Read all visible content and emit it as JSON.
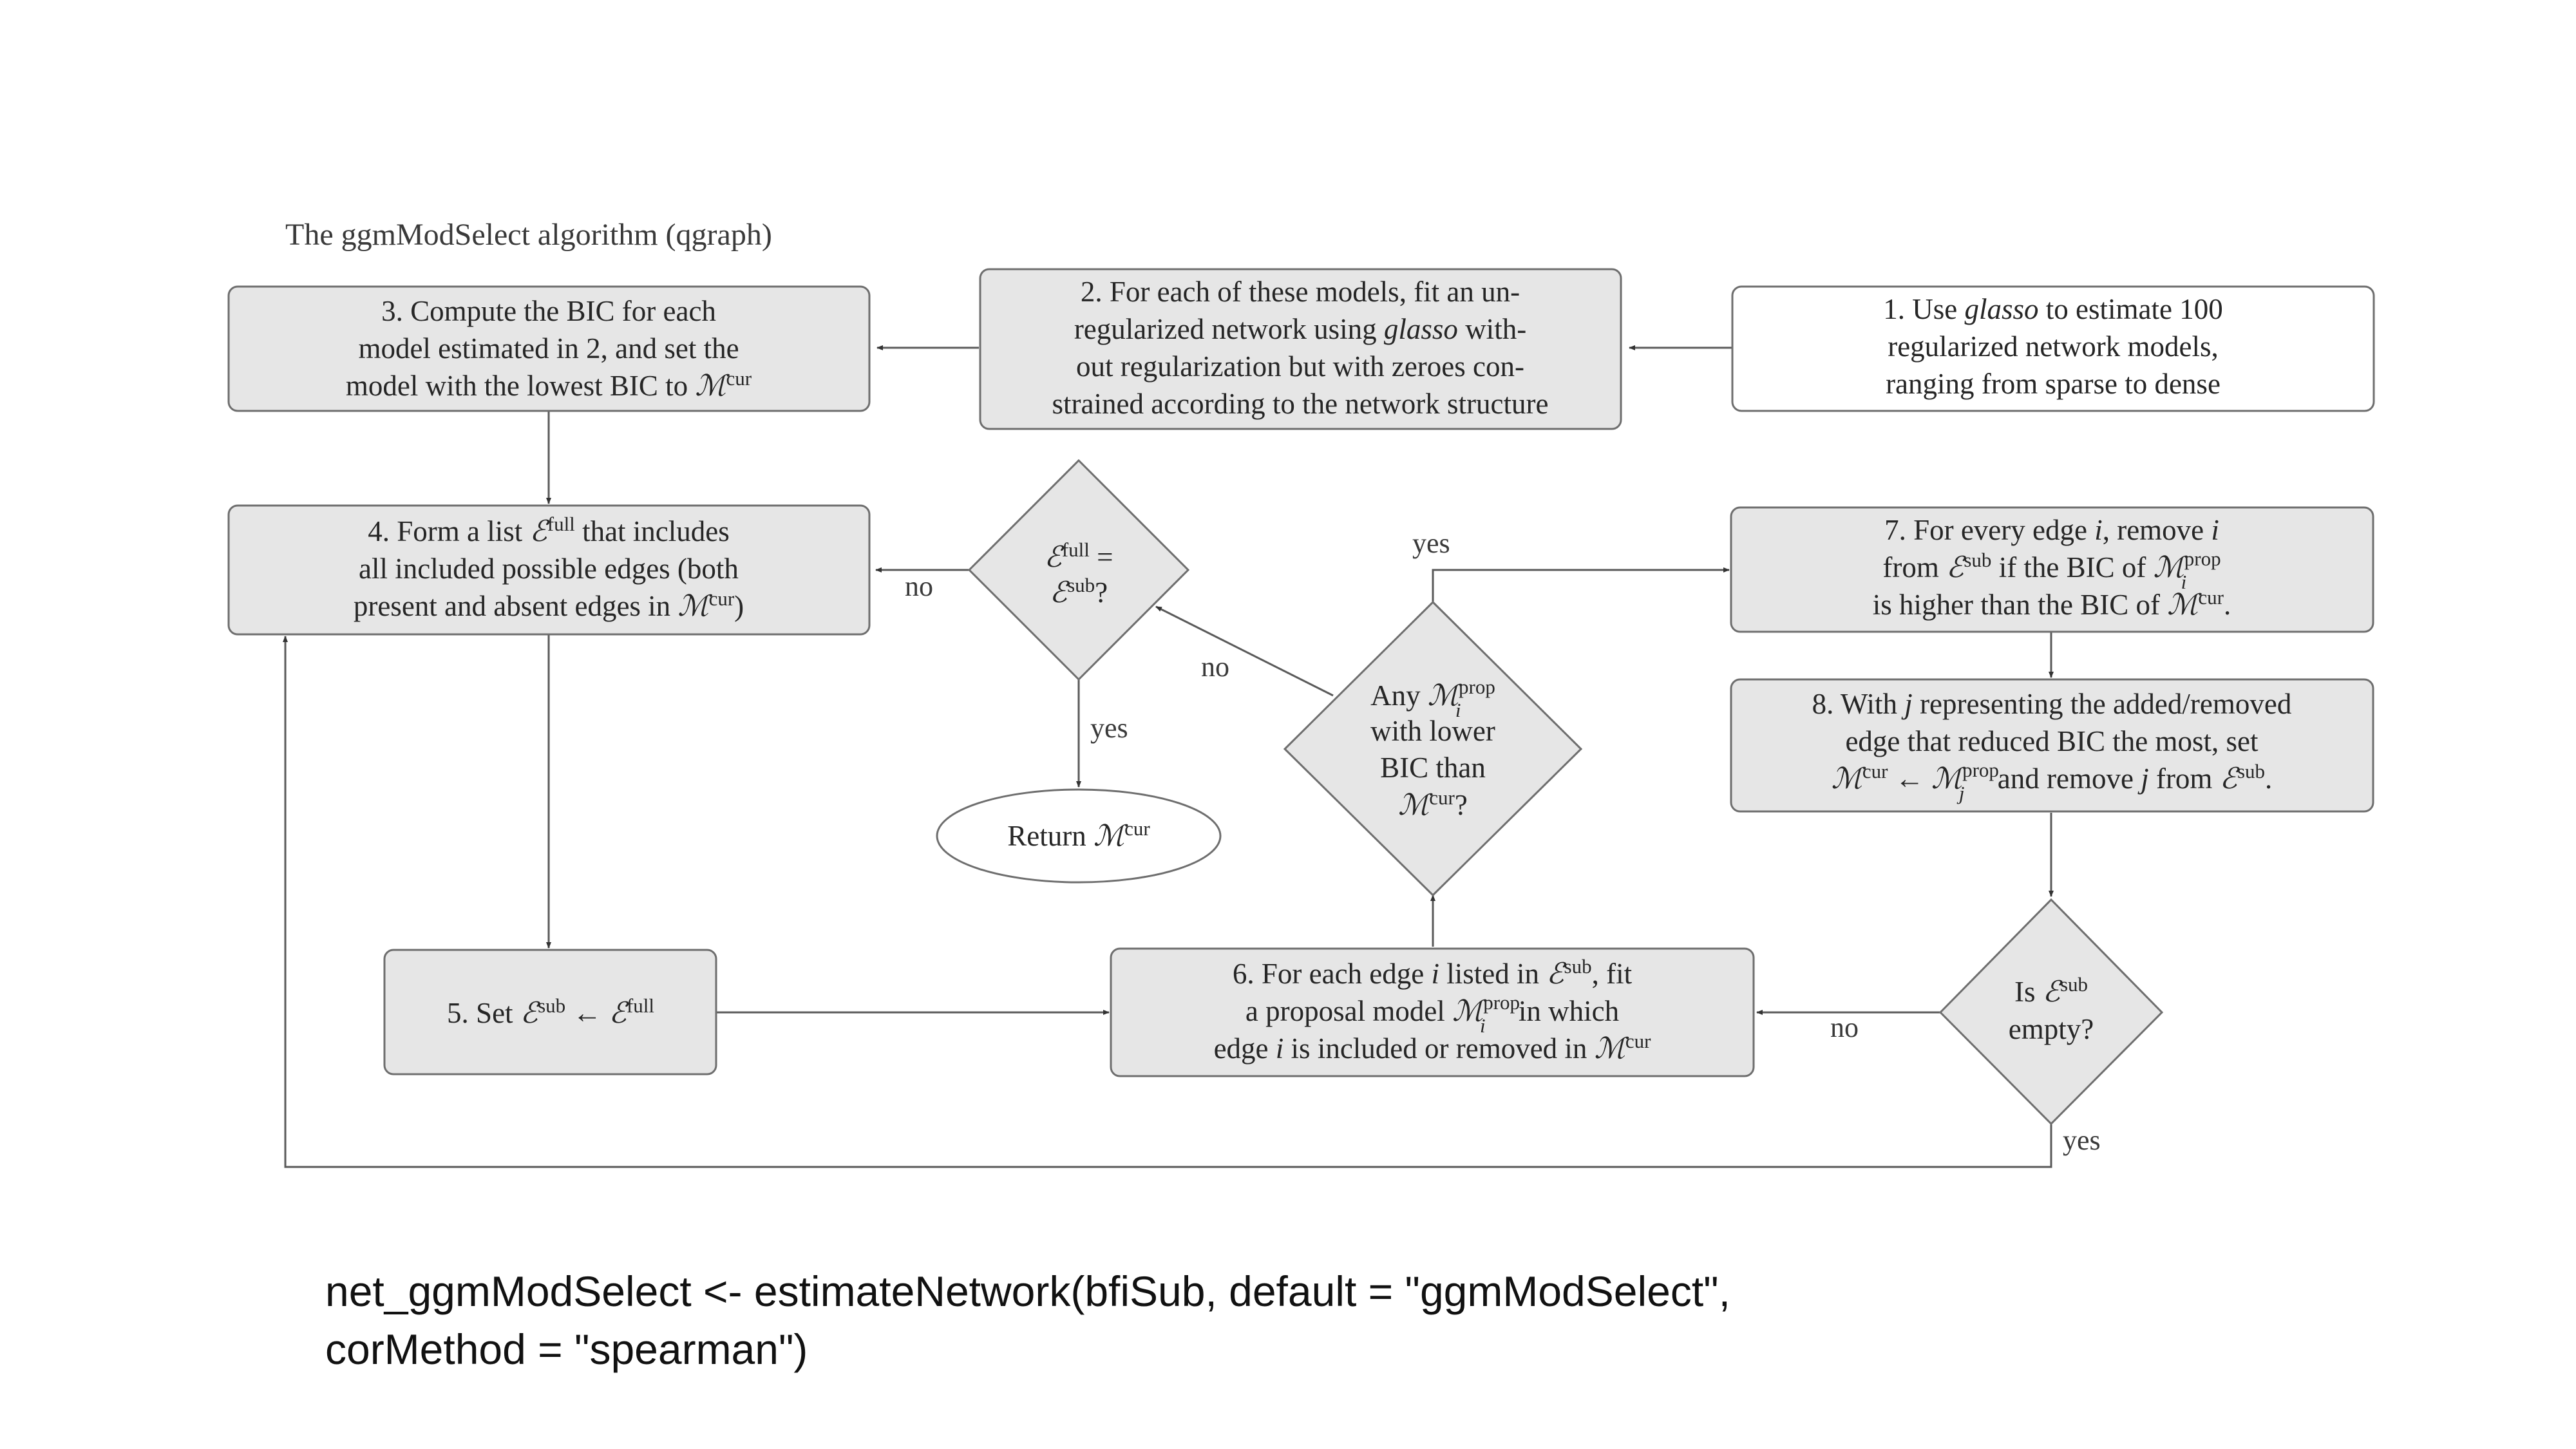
{
  "title": "The ggmModSelect algorithm (qgraph)",
  "nodes": {
    "step1": {
      "line1_a": "1. Use ",
      "line1_b": "glasso",
      "line1_c": " to estimate 100",
      "line2": "regularized network models,",
      "line3": "ranging from sparse to dense"
    },
    "step2": {
      "line1": "2. For each of these models, fit an un-",
      "line2_a": "regularized network using ",
      "line2_b": "glasso",
      "line2_c": " with-",
      "line3": "out regularization but with zeroes con-",
      "line4": "strained according to the network structure"
    },
    "step3": {
      "line1": "3. Compute the BIC for each",
      "line2": "model estimated in 2, and set the",
      "line3": "model with the lowest BIC to ",
      "line3_math": "ℳ",
      "line3_sup": "cur"
    },
    "step4": {
      "line1_a": "4. Form a list ",
      "line1_e": "ℰ",
      "line1_sup": "full",
      "line1_b": " that includes",
      "line2": "all included possible edges (both",
      "line3_a": "present and absent edges in ",
      "line3_m": "ℳ",
      "line3_sup": "cur",
      "line3_b": ")"
    },
    "step5": {
      "text_a": "5. Set ",
      "e1": "ℰ",
      "sup1": "sub",
      "arrow": " ← ",
      "e2": "ℰ",
      "sup2": "full"
    },
    "step6": {
      "line1_a": "6. For each edge ",
      "line1_i": "i",
      "line1_b": " listed in ",
      "line1_e": "ℰ",
      "line1_sup": "sub",
      "line1_c": ", fit",
      "line2_a": "a proposal model ",
      "line2_m": "ℳ",
      "line2_sup": "prop",
      "line2_sub": "i",
      "line2_b": " in which",
      "line3_a": "edge ",
      "line3_i": "i",
      "line3_b": " is included or removed in ",
      "line3_m": "ℳ",
      "line3_sup": "cur"
    },
    "step7": {
      "line1_a": "7. For every edge ",
      "line1_i": "i",
      "line1_b": ", remove ",
      "line1_i2": "i",
      "line2_a": "from ",
      "line2_e": "ℰ",
      "line2_sup": "sub",
      "line2_b": " if the BIC of ",
      "line2_m": "ℳ",
      "line2_sup2": "prop",
      "line2_sub": "i",
      "line3_a": "is higher than the BIC of ",
      "line3_m": "ℳ",
      "line3_sup": "cur",
      "line3_b": "."
    },
    "step8": {
      "line1_a": "8. With ",
      "line1_j": "j",
      "line1_b": " representing the added/removed",
      "line2": "edge that reduced BIC the most, set",
      "line3_m1": "ℳ",
      "line3_sup1": "cur",
      "line3_arrow": " ← ",
      "line3_m2": "ℳ",
      "line3_sup2": "prop",
      "line3_sub": "j",
      "line3_a": " and remove ",
      "line3_j": "j",
      "line3_b": " from ",
      "line3_e": "ℰ",
      "line3_sup3": "sub",
      "line3_c": "."
    },
    "decision_equal": {
      "line1_e": "ℰ",
      "line1_sup": "full",
      "line1_b": " =",
      "line2_e": "ℰ",
      "line2_sup": "sub",
      "line2_b": "?"
    },
    "decision_any": {
      "line1_a": "Any ",
      "line1_m": "ℳ",
      "line1_sup": "prop",
      "line1_sub": "i",
      "line2": "with lower",
      "line3": "BIC than",
      "line4_m": "ℳ",
      "line4_sup": "cur",
      "line4_b": "?"
    },
    "decision_empty": {
      "line1_a": "Is ",
      "line1_e": "ℰ",
      "line1_sup": "sub",
      "line2": "empty?"
    },
    "return": {
      "text_a": "Return ",
      "m": "ℳ",
      "sup": "cur"
    }
  },
  "edge_labels": {
    "equal_no": "no",
    "equal_yes": "yes",
    "any_no": "no",
    "any_yes": "yes",
    "empty_no": "no",
    "empty_yes": "yes"
  },
  "code": {
    "line1": "net_ggmModSelect <- estimateNetwork(bfiSub, default = \"ggmModSelect\",",
    "line2": "corMethod = \"spearman\")"
  }
}
